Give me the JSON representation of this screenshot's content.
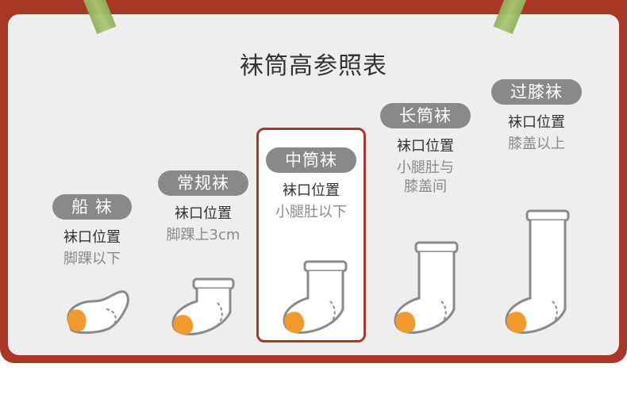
{
  "title": "袜筒高参照表",
  "position_label": "袜口位置",
  "items": [
    {
      "name": "船 袜",
      "position": "脚踝以下"
    },
    {
      "name": "常规袜",
      "position": "脚踝上3cm"
    },
    {
      "name": "中筒袜",
      "position": "小腿肚以下"
    },
    {
      "name": "长筒袜",
      "position": "小腿肚与\n膝盖间"
    },
    {
      "name": "过膝袜",
      "position": "膝盖以上"
    }
  ],
  "colors": {
    "frame": "#a83825",
    "panel": "#eeeeee",
    "pill": "#898989",
    "toe": "#f29a2e"
  }
}
